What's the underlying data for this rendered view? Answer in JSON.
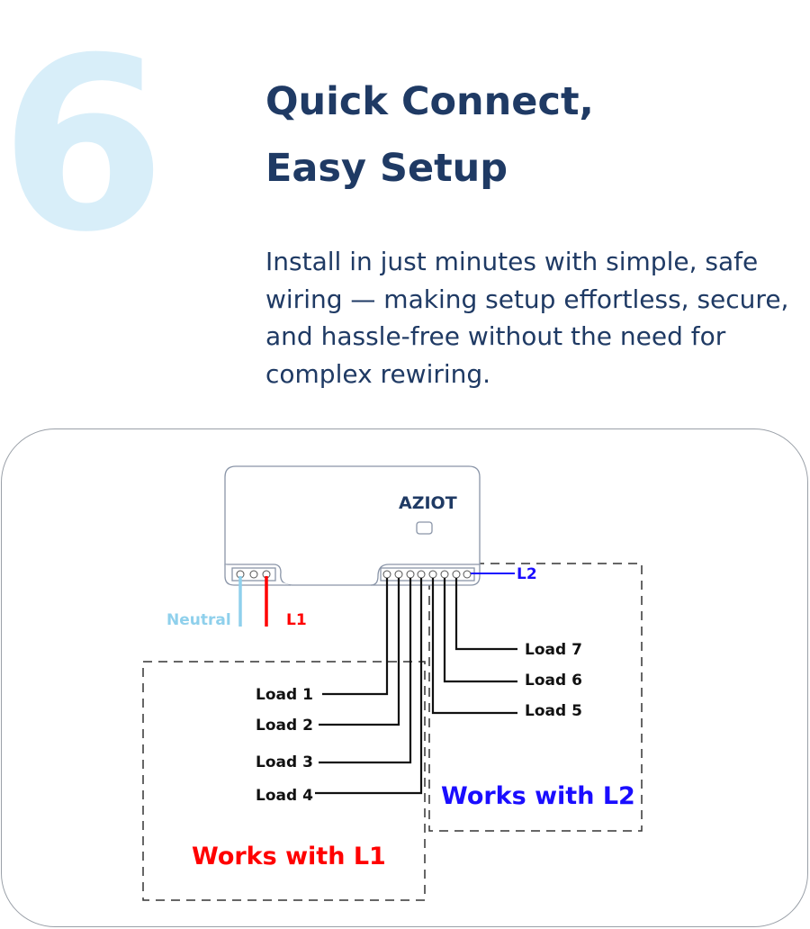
{
  "step_number": "6",
  "title_line1": "Quick Connect,",
  "title_line2": "Easy Setup",
  "description": "Install in just minutes with simple, safe wiring — making setup effortless, secure, and hassle-free without the need for complex rewiring.",
  "diagram": {
    "brand": "AZIOT",
    "neutral_label": "Neutral",
    "l1_label": "L1",
    "l2_label": "L2",
    "loads": [
      "Load 1",
      "Load 2",
      "Load 3",
      "Load 4",
      "Load 5",
      "Load 6",
      "Load 7"
    ],
    "group_l1": "Works with L1",
    "group_l2": "Works with L2",
    "colors": {
      "neutral": "#8fd0ec",
      "l1": "#ff0000",
      "l2": "#1a0dff",
      "title": "#1f3a64"
    }
  }
}
